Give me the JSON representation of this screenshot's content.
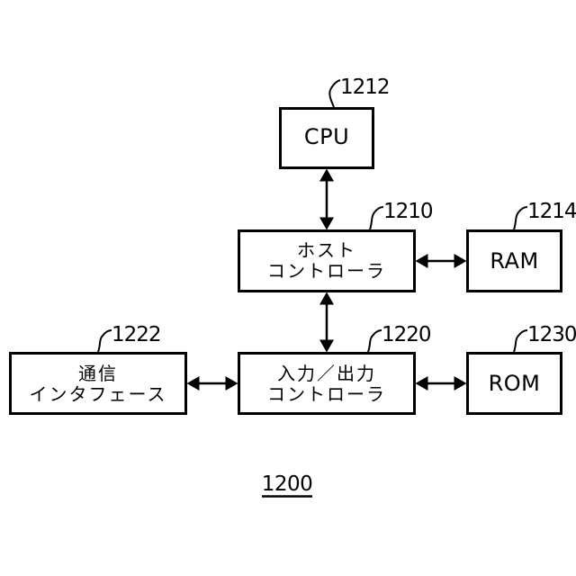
{
  "figure": {
    "number_label": "1200"
  },
  "boxes": {
    "cpu": {
      "label": "CPU",
      "ref": "1212"
    },
    "host_controller": {
      "line1": "ホスト",
      "line2": "コントローラ",
      "ref": "1210"
    },
    "ram": {
      "label": "RAM",
      "ref": "1214"
    },
    "comm_interface": {
      "line1": "通信",
      "line2": "インタフェース",
      "ref": "1222"
    },
    "io_controller": {
      "line1": "入力／出力",
      "line2": "コントローラ",
      "ref": "1220"
    },
    "rom": {
      "label": "ROM",
      "ref": "1230"
    }
  },
  "connections": [
    {
      "from": "cpu",
      "to": "host_controller",
      "type": "bidirectional-arrow"
    },
    {
      "from": "host_controller",
      "to": "ram",
      "type": "bidirectional-arrow"
    },
    {
      "from": "host_controller",
      "to": "io_controller",
      "type": "bidirectional-arrow"
    },
    {
      "from": "comm_interface",
      "to": "io_controller",
      "type": "bidirectional-arrow"
    },
    {
      "from": "io_controller",
      "to": "rom",
      "type": "bidirectional-arrow"
    }
  ],
  "colors": {
    "line": "#000000",
    "background": "#ffffff",
    "box_fill": "#ffffff"
  }
}
